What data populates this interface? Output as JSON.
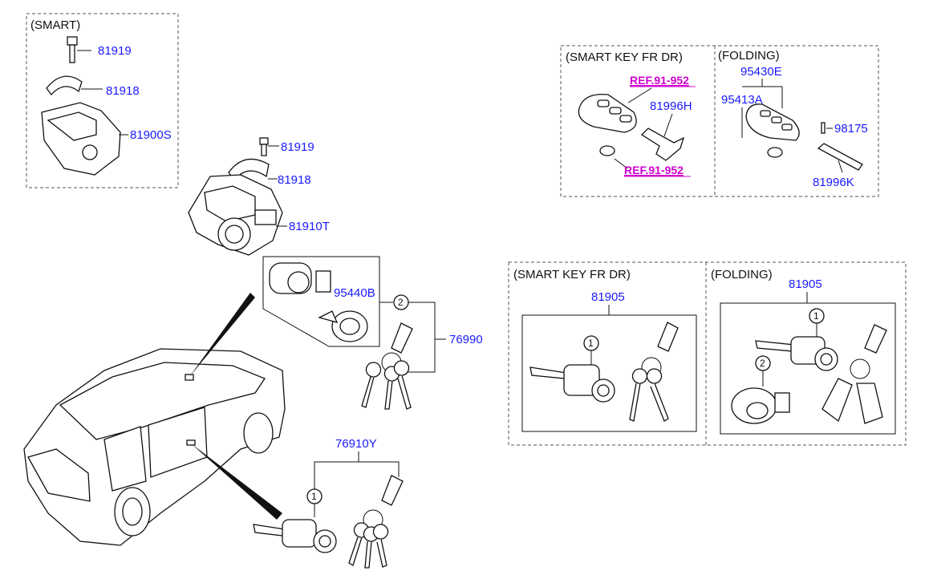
{
  "colors": {
    "label": "#1a1aff",
    "reference": "#d000d0",
    "line": "#111111"
  },
  "left_box": {
    "header": "(SMART)",
    "labels": [
      "81919",
      "81918",
      "81900S"
    ]
  },
  "main_assembly": {
    "labels": [
      "81919",
      "81918",
      "81910T"
    ]
  },
  "ignition_group": {
    "label": "95440B",
    "callout": "2",
    "set_label": "76990"
  },
  "door_group": {
    "label": "76910Y",
    "callout": "1"
  },
  "top_right": {
    "left_panel": {
      "header": "(SMART KEY FR DR)",
      "ref_top": "REF.91-952",
      "part": "81996H",
      "ref_bottom": "REF.91-952"
    },
    "right_panel": {
      "header": "(FOLDING)",
      "labels": [
        "95430E",
        "95413A",
        "98175",
        "81996K"
      ]
    }
  },
  "bottom_right": {
    "left_panel": {
      "header": "(SMART KEY FR DR)",
      "label": "81905",
      "callout": "1"
    },
    "right_panel": {
      "header": "(FOLDING)",
      "label": "81905",
      "callouts": [
        "1",
        "2"
      ]
    }
  }
}
